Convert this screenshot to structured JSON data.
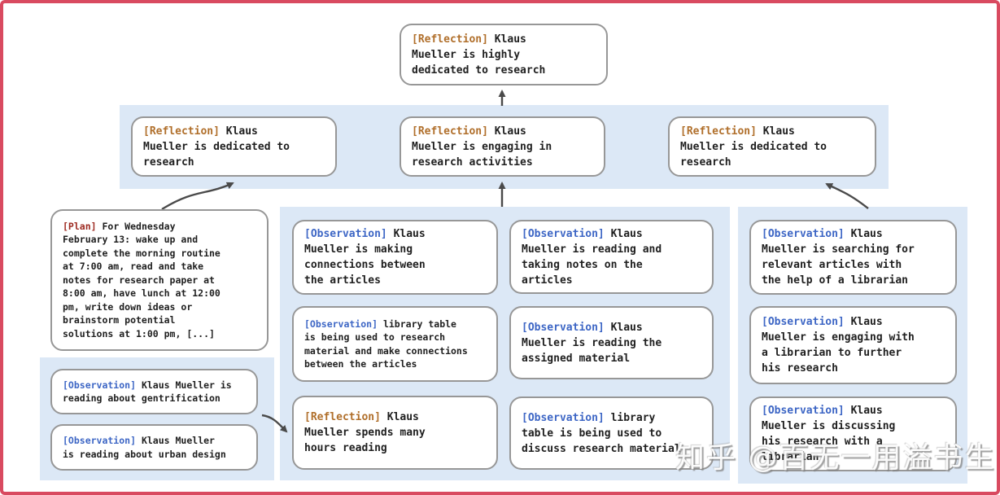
{
  "colors": {
    "frame": "#d94a60",
    "band": "#dce8f6",
    "box-border": "#979797",
    "reflection": "#b06f2b",
    "observation": "#3d66c5",
    "plan": "#9e2b22",
    "text": "#1f1f1f",
    "arrow": "#4a4a4a"
  },
  "nodes": {
    "top_reflection": {
      "tag": "[Reflection]",
      "text": "Klaus\nMueller is highly\ndedicated to research"
    },
    "reflection_left": {
      "tag": "[Reflection]",
      "text": "Klaus\nMueller is dedicated to\nresearch"
    },
    "reflection_mid": {
      "tag": "[Reflection]",
      "text": "Klaus\nMueller is engaging in\nresearch activities"
    },
    "reflection_right": {
      "tag": "[Reflection]",
      "text": "Klaus\nMueller is dedicated to\nresearch"
    },
    "plan": {
      "tag": "[Plan]",
      "text": "For Wednesday\nFebruary 13: wake up and\ncomplete the morning routine\nat 7:00 am, read and take\nnotes for research paper at\n8:00 am, have lunch at 12:00\npm, write down ideas or\nbrainstorm potential\nsolutions at 1:00 pm, [...]"
    },
    "obs_gentrification": {
      "tag": "[Observation]",
      "text": "Klaus Mueller is\nreading about gentrification"
    },
    "obs_urban_design": {
      "tag": "[Observation]",
      "text": "Klaus Mueller\nis reading about urban design"
    },
    "obs_connections": {
      "tag": "[Observation]",
      "text": "Klaus\nMueller is making\nconnections between\nthe articles"
    },
    "obs_library_research": {
      "tag": "[Observation]",
      "text": "library table\nis being used to research\nmaterial and make connections\nbetween the articles"
    },
    "reflection_hours": {
      "tag": "[Reflection]",
      "text": "Klaus\nMueller spends many\nhours reading"
    },
    "obs_taking_notes": {
      "tag": "[Observation]",
      "text": "Klaus\nMueller is reading and\ntaking notes on the\narticles"
    },
    "obs_assigned": {
      "tag": "[Observation]",
      "text": "Klaus\nMueller is reading the\nassigned material"
    },
    "obs_library_discuss": {
      "tag": "[Observation]",
      "text": "library\ntable is being used to\ndiscuss research material"
    },
    "obs_searching": {
      "tag": "[Observation]",
      "text": "Klaus\nMueller is searching for\nrelevant articles with\nthe help of a librarian"
    },
    "obs_engaging": {
      "tag": "[Observation]",
      "text": "Klaus\nMueller is engaging with\na librarian to further\nhis research"
    },
    "obs_discussing": {
      "tag": "[Observation]",
      "text": "Klaus\nMueller is discussing\nhis research with a\nlibrarian"
    }
  },
  "watermark": {
    "text": "知乎 @百无一用溢书生"
  }
}
